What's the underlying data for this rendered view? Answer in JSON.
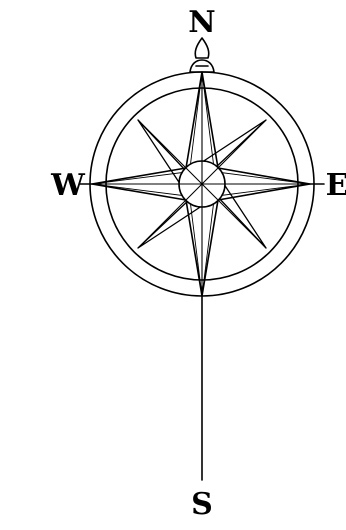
{
  "labels": {
    "north": "N",
    "south": "S",
    "east": "E",
    "west": "W"
  },
  "colors": {
    "ink": "#000000",
    "background": "#ffffff"
  }
}
